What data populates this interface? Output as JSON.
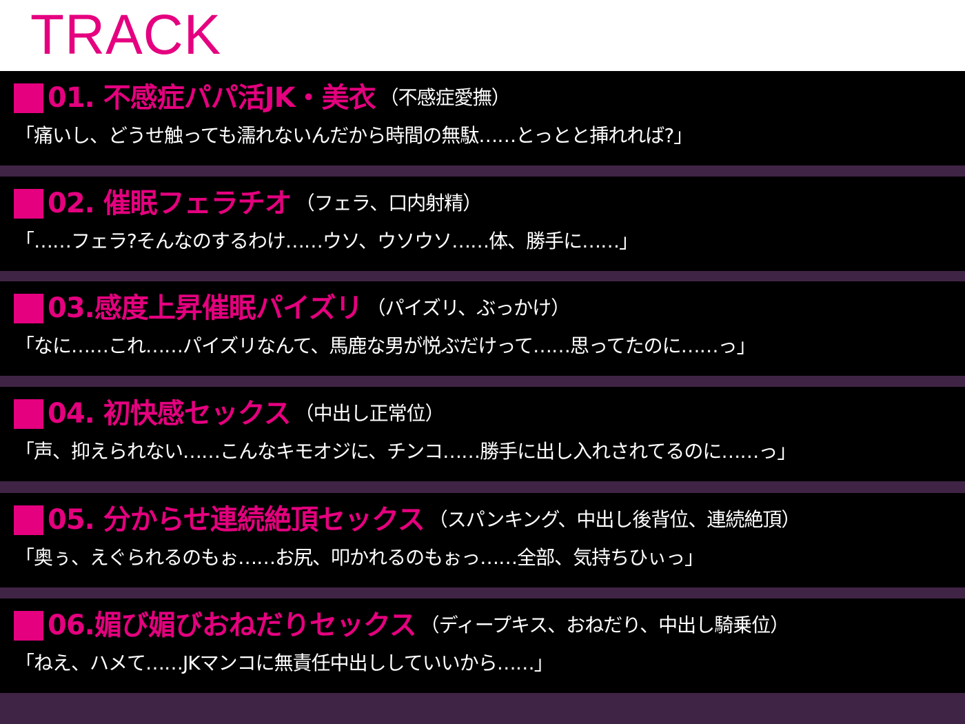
{
  "header": {
    "title": "TRACK"
  },
  "colors": {
    "accent": "#e5007f",
    "row_background": "#000000",
    "separator": "#402445",
    "header_background": "#ffffff",
    "text": "#ffffff"
  },
  "tracks": [
    {
      "title": "01. 不感症パパ活JK・美衣",
      "tags": "（不感症愛撫）",
      "quote": "「痛いし、どうせ触っても濡れないんだから時間の無駄……とっとと挿れれば?」"
    },
    {
      "title": "02. 催眠フェラチオ",
      "tags": "（フェラ、口内射精）",
      "quote": "「……フェラ?そんなのするわけ……ウソ、ウソウソ……体、勝手に……」"
    },
    {
      "title": "03.感度上昇催眠パイズリ",
      "tags": "（パイズリ、ぶっかけ）",
      "quote": "「なに……これ……パイズリなんて、馬鹿な男が悦ぶだけって……思ってたのに……っ」"
    },
    {
      "title": "04. 初快感セックス",
      "tags": "（中出し正常位）",
      "quote": "「声、抑えられない……こんなキモオジに、チンコ……勝手に出し入れされてるのに……っ」"
    },
    {
      "title": "05. 分からせ連続絶頂セックス",
      "tags": "（スパンキング、中出し後背位、連続絶頂）",
      "quote": "「奥ぅ、えぐられるのもぉ……お尻、叩かれるのもぉっ……全部、気持ちひぃっ」"
    },
    {
      "title": "06.媚び媚びおねだりセックス",
      "tags": "（ディープキス、おねだり、中出し騎乗位）",
      "quote": "「ねえ、ハメて……JKマンコに無責任中出ししていいから……」"
    }
  ]
}
